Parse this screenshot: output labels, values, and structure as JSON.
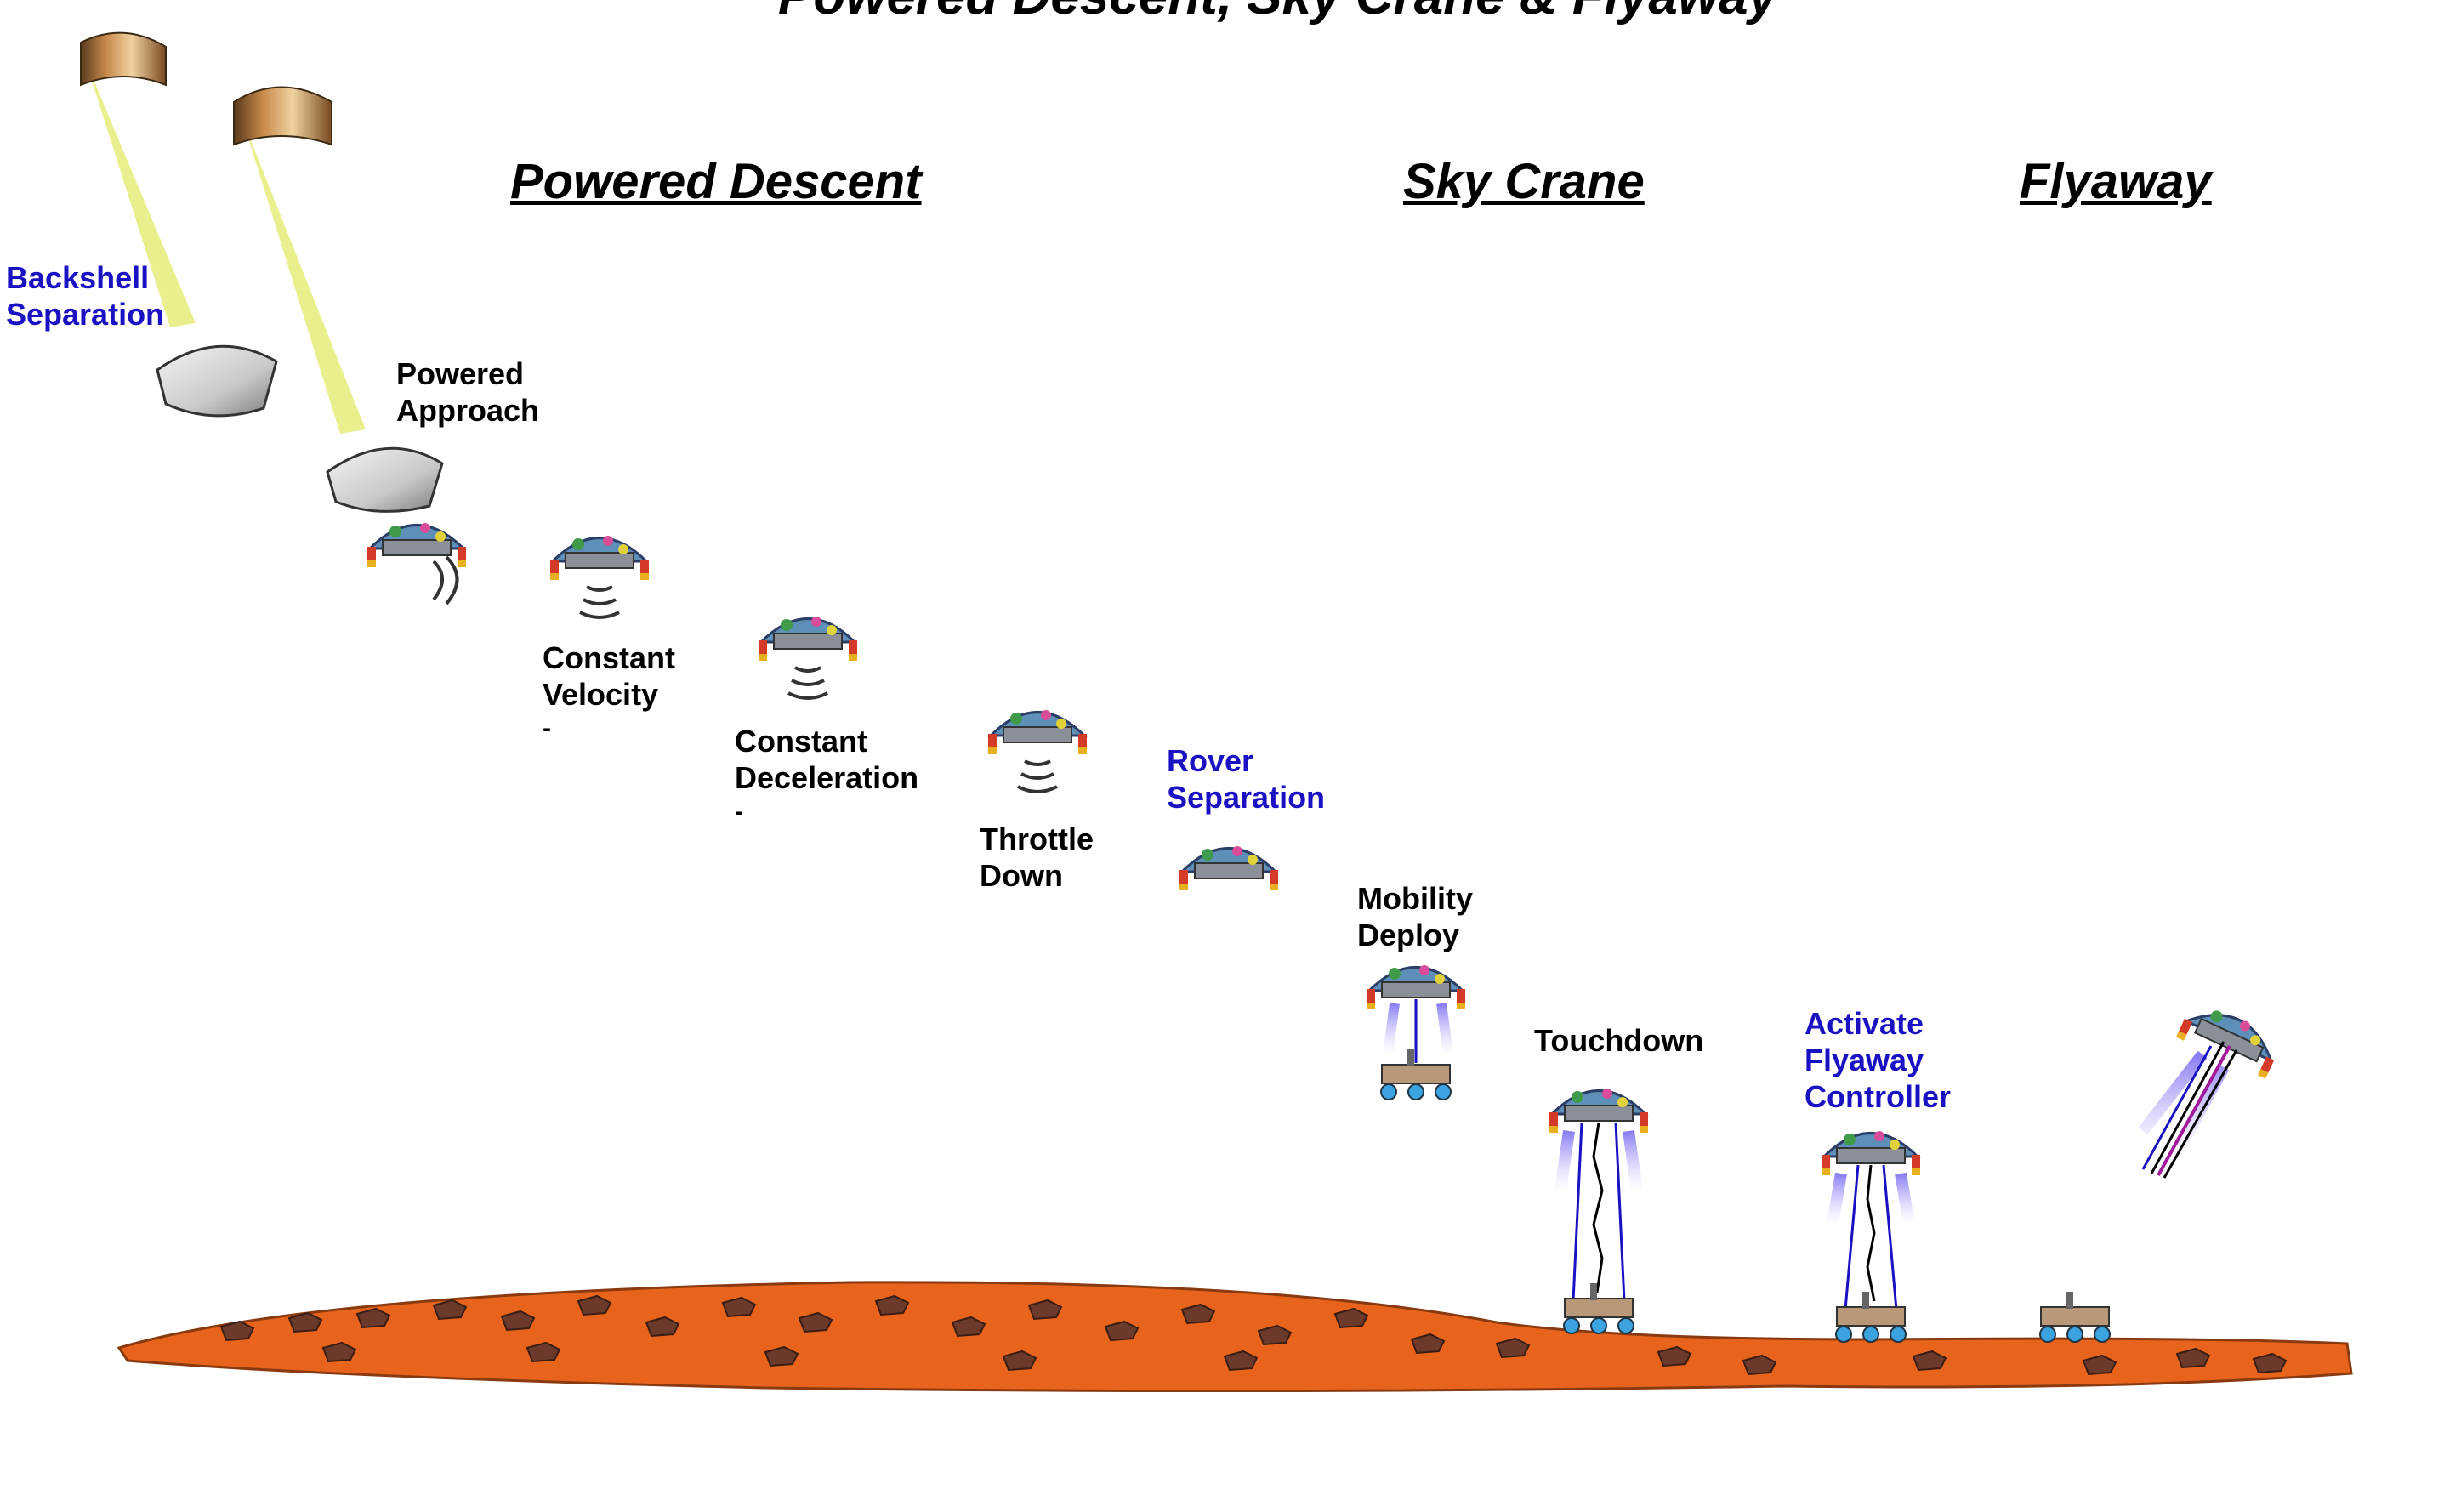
{
  "title": "Powered Descent, Sky Crane & Flyaway",
  "phases": {
    "powered_descent": "Powered Descent",
    "sky_crane": "Sky Crane",
    "flyaway": "Flyaway"
  },
  "events": {
    "backshell_separation": [
      "Backshell",
      "Separation"
    ],
    "powered_approach": [
      "Powered",
      "Approach"
    ],
    "constant_velocity": [
      "Constant",
      "Velocity"
    ],
    "constant_deceleration": [
      "Constant",
      "Deceleration"
    ],
    "throttle_down": [
      "Throttle",
      "Down"
    ],
    "rover_separation": [
      "Rover",
      "Separation"
    ],
    "mobility_deploy": [
      "Mobility",
      "Deploy"
    ],
    "touchdown": [
      "Touchdown"
    ],
    "activate_flyaway_controller": [
      "Activate",
      "Flyaway",
      "Controller"
    ]
  },
  "dash_mark": "-",
  "colors": {
    "event_black": "#000000",
    "event_blue": "#1a12c2",
    "ground": "#e8641c",
    "rocks": "#6b3a2a",
    "parachute_cord": "#e6ec7a"
  }
}
